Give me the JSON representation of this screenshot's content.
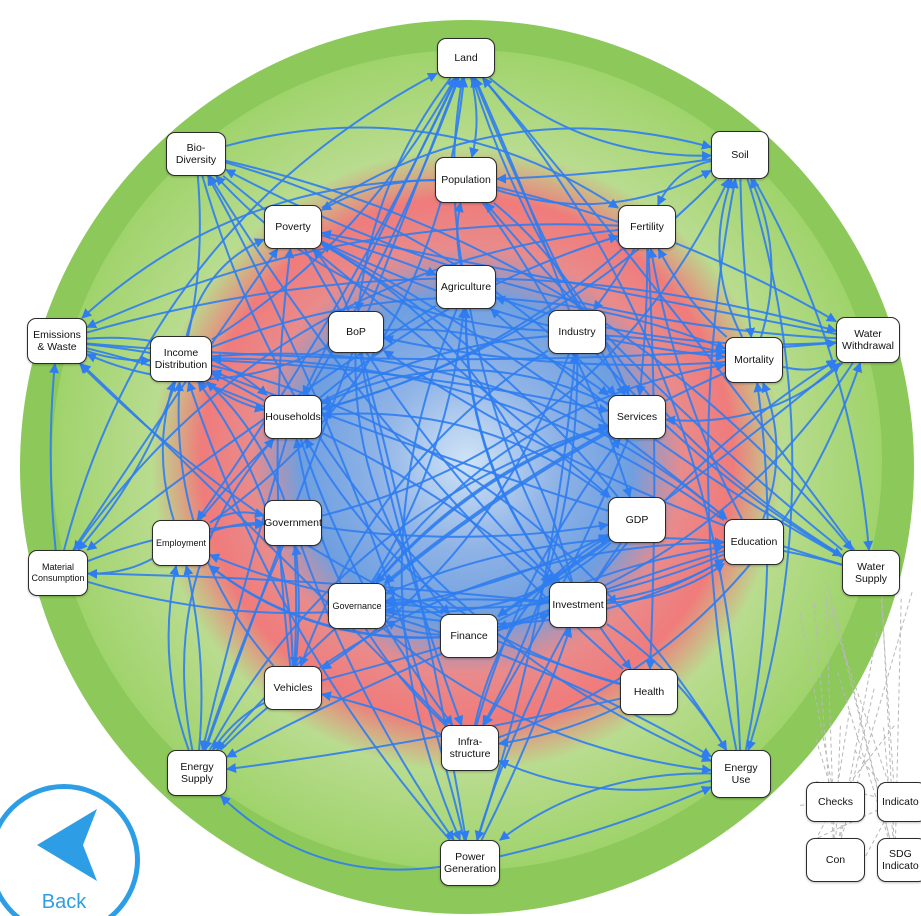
{
  "colors": {
    "outer_ring": "#9fd36b",
    "middle_ring": "#f07b7b",
    "inner_core": "#6f9fe0",
    "edge": "#2f7df0",
    "node_border": "#2b2b2b",
    "accent": "#2d9ee6"
  },
  "nodes": [
    {
      "id": "land",
      "label": "Land"
    },
    {
      "id": "biodiversity",
      "label": "Bio-\nDiversity"
    },
    {
      "id": "soil",
      "label": "Soil"
    },
    {
      "id": "population",
      "label": "Population"
    },
    {
      "id": "poverty",
      "label": "Poverty"
    },
    {
      "id": "fertility",
      "label": "Fertility"
    },
    {
      "id": "agriculture",
      "label": "Agriculture"
    },
    {
      "id": "emissions",
      "label": "Emissions\n& Waste"
    },
    {
      "id": "bop",
      "label": "BoP"
    },
    {
      "id": "industry",
      "label": "Industry"
    },
    {
      "id": "water_withdrawal",
      "label": "Water\nWithdrawal"
    },
    {
      "id": "income_distribution",
      "label": "Income\nDistribution"
    },
    {
      "id": "mortality",
      "label": "Mortality"
    },
    {
      "id": "households",
      "label": "Households"
    },
    {
      "id": "services",
      "label": "Services"
    },
    {
      "id": "government",
      "label": "Government"
    },
    {
      "id": "gdp",
      "label": "GDP"
    },
    {
      "id": "employment",
      "label": "Employment"
    },
    {
      "id": "education",
      "label": "Education"
    },
    {
      "id": "material_consumption",
      "label": "Material\nConsumption"
    },
    {
      "id": "water_supply",
      "label": "Water\nSupply"
    },
    {
      "id": "governance",
      "label": "Governance"
    },
    {
      "id": "investment",
      "label": "Investment"
    },
    {
      "id": "finance",
      "label": "Finance"
    },
    {
      "id": "vehicles",
      "label": "Vehicles"
    },
    {
      "id": "health",
      "label": "Health"
    },
    {
      "id": "infrastructure",
      "label": "Infra-\nstructure"
    },
    {
      "id": "energy_supply",
      "label": "Energy\nSupply"
    },
    {
      "id": "energy_use",
      "label": "Energy\nUse"
    },
    {
      "id": "power_generation",
      "label": "Power\nGeneration"
    }
  ],
  "side_panel": {
    "checks": "Checks",
    "indicators": "Indicato",
    "con": "Con",
    "sdg_indicators": "SDG\nIndicato"
  },
  "back_button": {
    "label": "Back"
  }
}
